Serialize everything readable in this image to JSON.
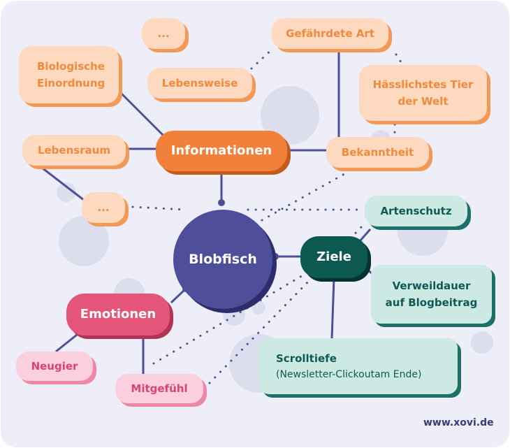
{
  "center": {
    "label": "Blobfisch"
  },
  "informationen": {
    "label": "Informationen",
    "children": {
      "dots_top": "...",
      "lebensweise": "Lebensweise",
      "biologische": [
        "Biologische",
        "Einordnung"
      ],
      "lebensraum": "Lebensraum",
      "dots_left": "...",
      "gefaehrdete": "Gefährdete Art",
      "haesslichstes": [
        "Hässlichstes Tier",
        "der Welt"
      ],
      "bekanntheit": "Bekanntheit"
    }
  },
  "ziele": {
    "label": "Ziele",
    "children": {
      "artenschutz": "Artenschutz",
      "verweildauer": [
        "Verweildauer",
        "auf Blogbeitrag"
      ],
      "scrolltiefe": "Scrolltiefe",
      "scrolltiefe_sub": "(Newsletter-Clickoutam Ende)"
    }
  },
  "emotionen": {
    "label": "Emotionen",
    "children": {
      "neugier": "Neugier",
      "mitgefuehl": "Mitgefühl"
    }
  },
  "footer": "www.xovi.de",
  "colors": {
    "background": "#edeef7",
    "orange": "#f0803a",
    "orange_light": "#fdd9bf",
    "pink": "#e5557a",
    "pink_light": "#fbcfdf",
    "teal": "#0c5952",
    "teal_light": "#cde9e4",
    "center": "#4f4e9b",
    "connector": "#4f4e9b"
  }
}
